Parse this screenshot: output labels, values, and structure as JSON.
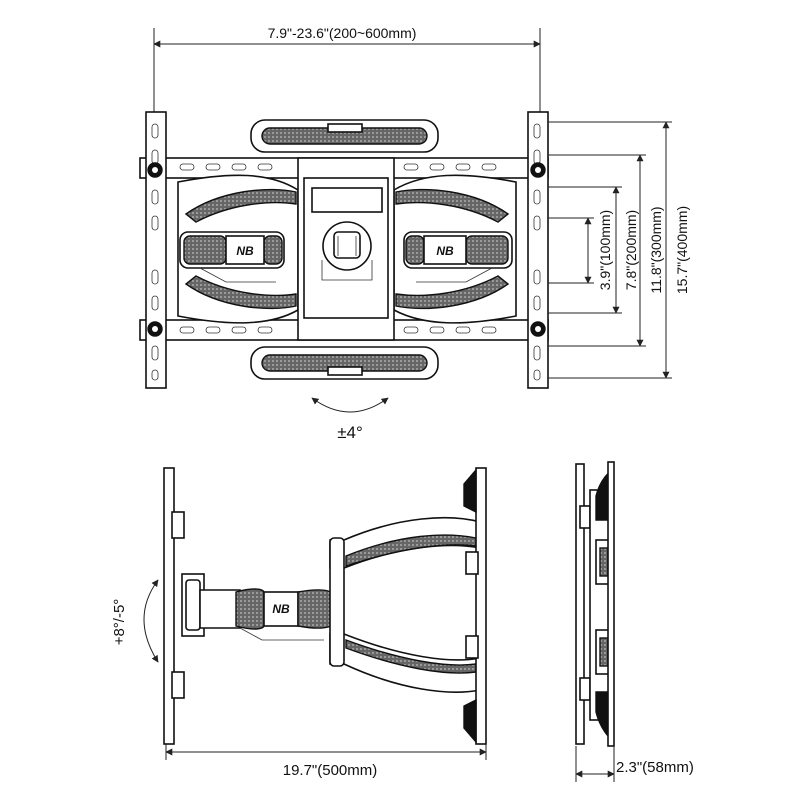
{
  "front_view": {
    "vesa_width_range": "7.9\"-23.6\"(200~600mm)",
    "vesa_heights": [
      "3.9\"(100mm)",
      "7.8\"(200mm)",
      "11.8\"(300mm)",
      "15.7\"(400mm)"
    ],
    "swivel_angle": "±4°",
    "logo_text": "NB"
  },
  "side_view": {
    "tilt_angle": "+8°/-5°",
    "extension": "19.7\"(500mm)",
    "logo_text": "NB"
  },
  "profile_view": {
    "depth": "2.3\"(58mm)"
  },
  "colors": {
    "line": "#111111",
    "mesh": "#555555",
    "background": "#ffffff"
  }
}
